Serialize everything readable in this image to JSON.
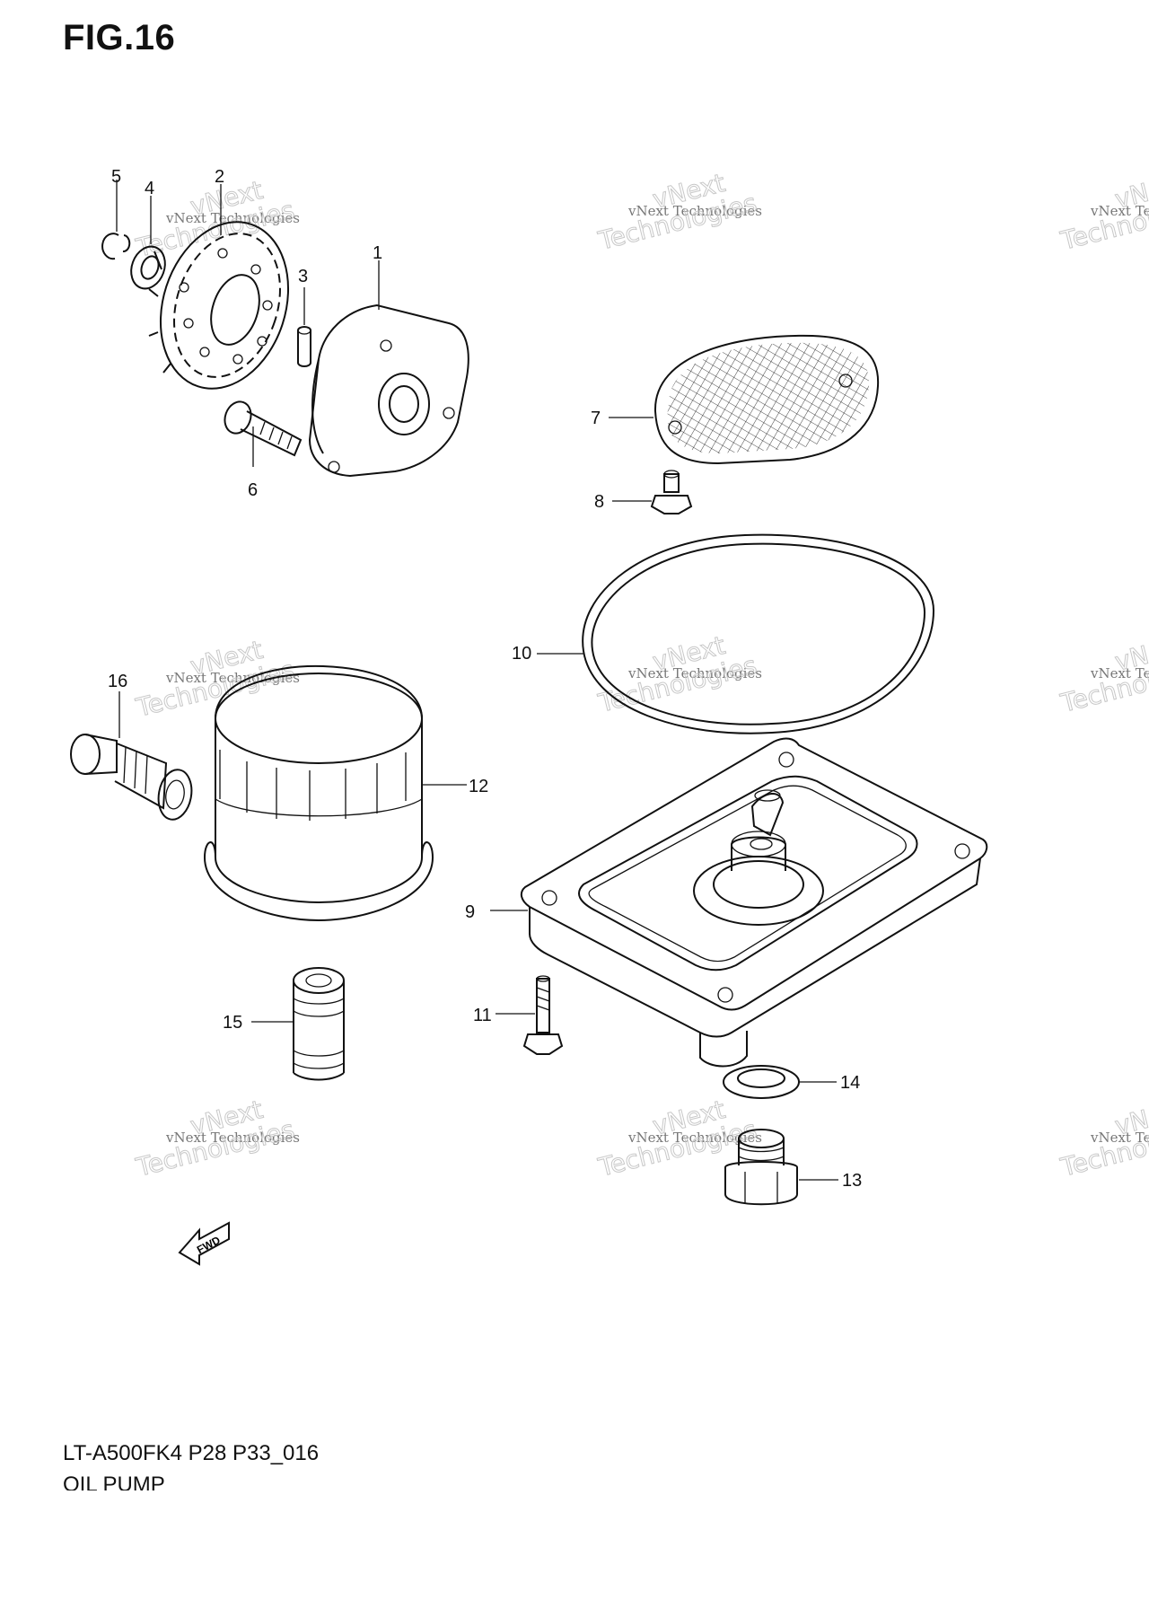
{
  "figure": {
    "title": "FIG.16",
    "model_code": "LT-A500FK4 P28 P33_016",
    "section_name": "OIL PUMP"
  },
  "watermark": {
    "line1": "vNext Technologies",
    "line2": "vNext",
    "line3": "Technologies"
  },
  "callouts": [
    "1",
    "2",
    "3",
    "4",
    "5",
    "6",
    "7",
    "8",
    "9",
    "10",
    "11",
    "12",
    "13",
    "14",
    "15",
    "16"
  ],
  "fwd_label": "FWD"
}
